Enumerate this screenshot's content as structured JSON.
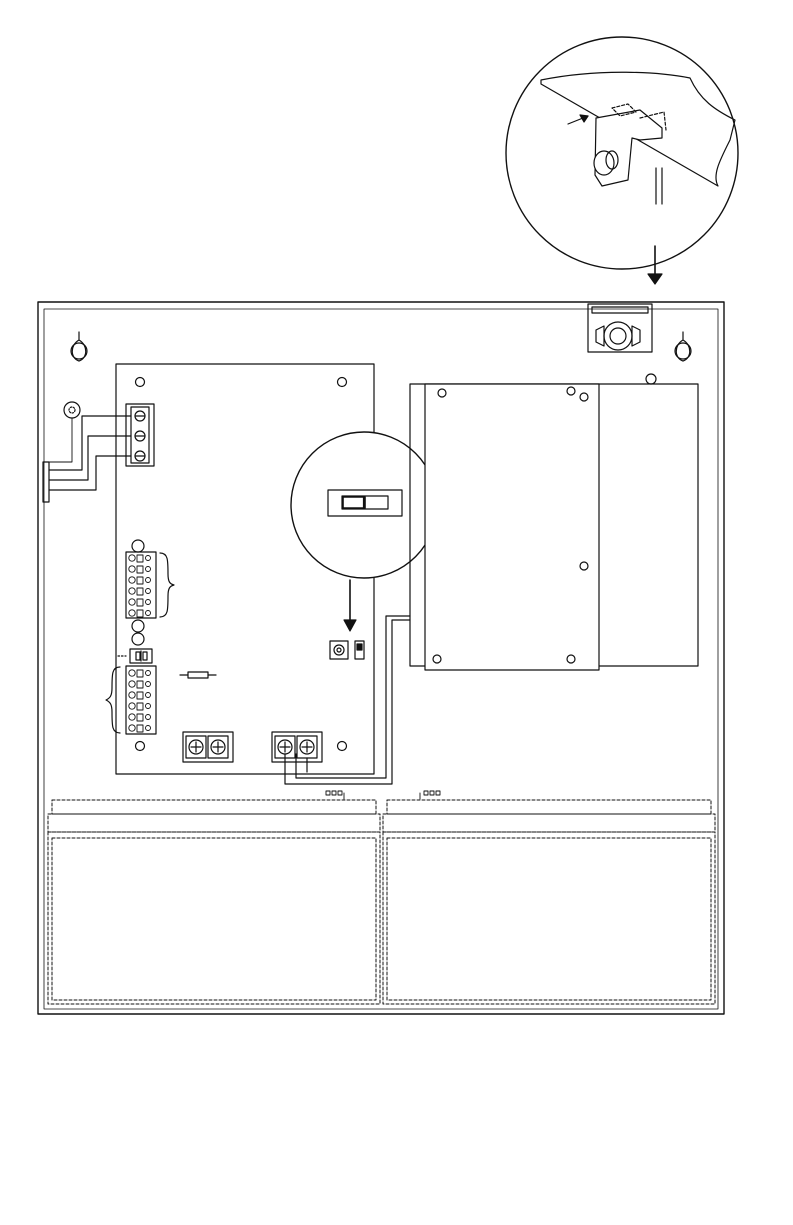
{
  "diagram": {
    "description_visible_text": [],
    "enclosure": {
      "components": [
        "mounting-keyhole-left",
        "mounting-keyhole-right",
        "tamper-switch-bracket",
        "power-supply-board",
        "transformer",
        "battery-left",
        "battery-right"
      ]
    },
    "detail_callouts": [
      "tamper-switch-detail",
      "selector-switch-detail"
    ]
  },
  "colors": {
    "line": "#111111",
    "background": "#ffffff",
    "fill_light": "#f2f2f2"
  }
}
